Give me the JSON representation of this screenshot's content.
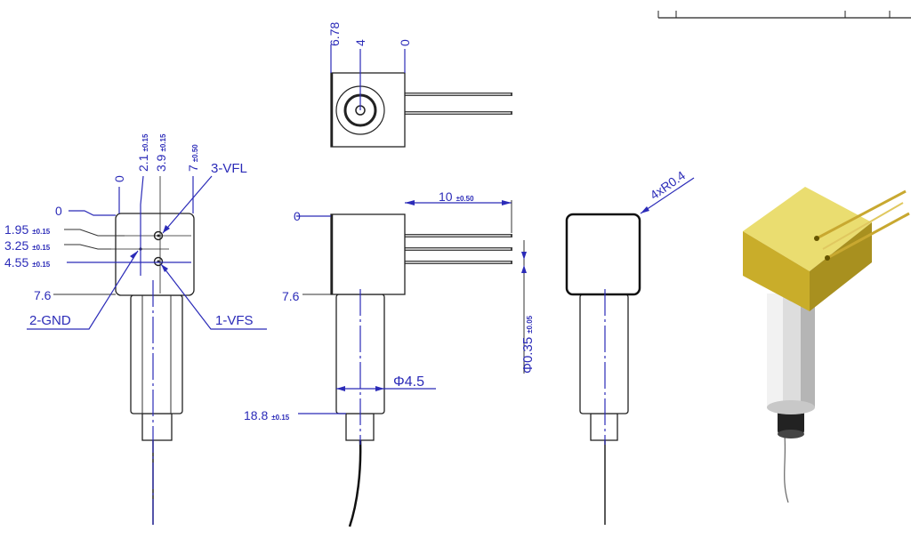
{
  "front_view": {
    "top_dims": [
      {
        "value": "0",
        "tol": ""
      },
      {
        "value": "2.1",
        "tol": "±0.15"
      },
      {
        "value": "3.9",
        "tol": "±0.15"
      },
      {
        "value": "7",
        "tol": "±0.50"
      }
    ],
    "side_dims": [
      {
        "value": "0",
        "tol": ""
      },
      {
        "value": "1.95",
        "tol": "±0.15"
      },
      {
        "value": "3.25",
        "tol": "±0.15"
      },
      {
        "value": "4.55",
        "tol": "±0.15"
      },
      {
        "value": "7.6",
        "tol": ""
      }
    ],
    "pins": {
      "vfl": "3-VFL",
      "gnd": "2-GND",
      "vfs": "1-VFS"
    }
  },
  "top_view": {
    "dims": [
      "6.78",
      "4",
      "0"
    ]
  },
  "side_view": {
    "dim_top": "0",
    "dim_bottom": "7.6",
    "pin_length": {
      "value": "10",
      "tol": "±0.50"
    },
    "pin_diameter": {
      "value": "Φ0.35",
      "tol": "±0.05"
    },
    "body_diameter": "Φ4.5",
    "length": {
      "value": "18.8",
      "tol": "±0.15"
    }
  },
  "back_view": {
    "radius": "4xR0.4"
  },
  "colors": {
    "dimension": "#2b2bb8",
    "gold": "#d8c040",
    "outline": "#222222"
  }
}
